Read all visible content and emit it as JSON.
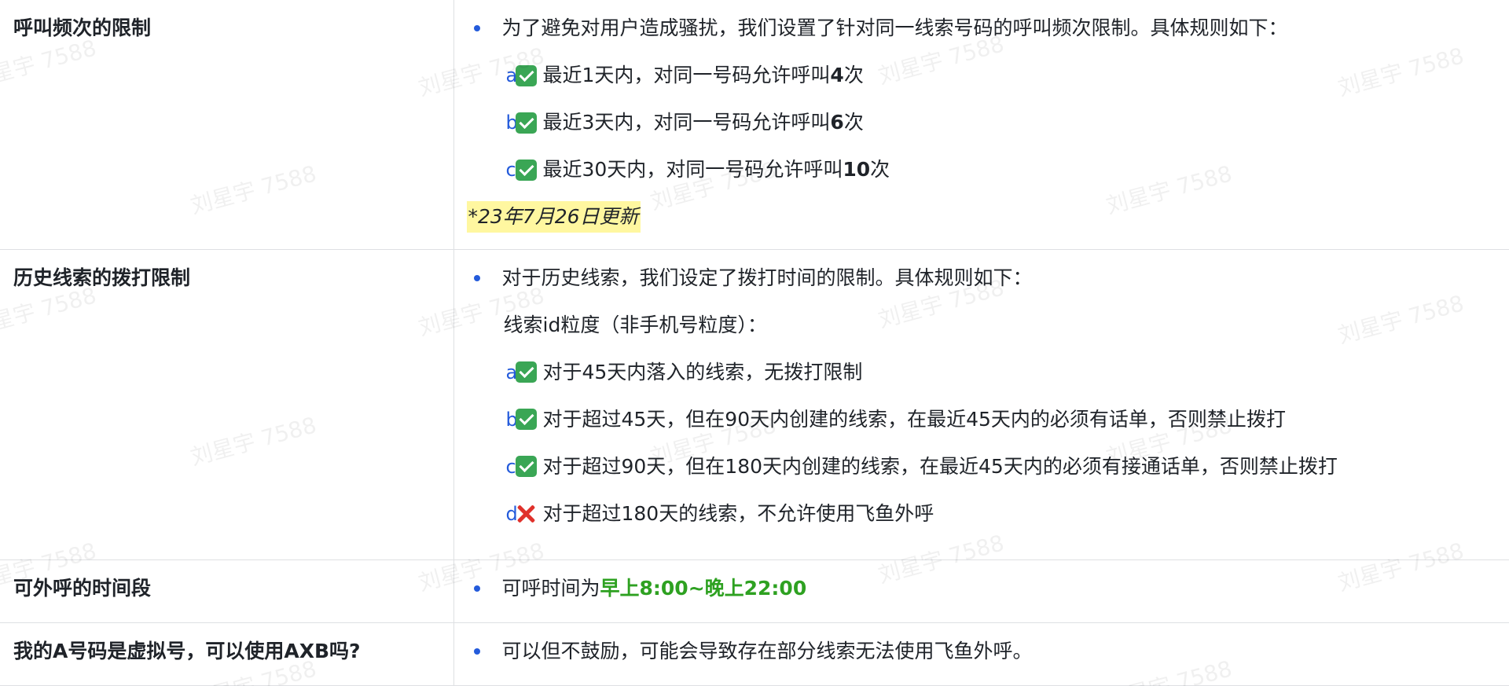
{
  "watermark": "刘星宇 7588",
  "rows": [
    {
      "label": "呼叫频次的限制",
      "intro": "为了避免对用户造成骚扰，我们设置了针对同一线索号码的呼叫频次限制。具体规则如下：",
      "items": [
        {
          "letter": "a.",
          "icon": "check-icon",
          "text": "最近1天内，对同一号码允许呼叫",
          "bold": "4",
          "suffix": "次"
        },
        {
          "letter": "b.",
          "icon": "check-icon",
          "text": "最近3天内，对同一号码允许呼叫",
          "bold": "6",
          "suffix": "次"
        },
        {
          "letter": "c.",
          "icon": "check-icon",
          "text": "最近30天内，对同一号码允许呼叫",
          "bold": "10",
          "suffix": "次"
        }
      ],
      "note": "*23年7月26日更新"
    },
    {
      "label": "历史线索的拨打限制",
      "intro": "对于历史线索，我们设定了拨打时间的限制。具体规则如下：",
      "sub": "线索id粒度（非手机号粒度）：",
      "items": [
        {
          "letter": "a.",
          "icon": "check-icon",
          "text": "对于45天内落入的线索，无拨打限制"
        },
        {
          "letter": "b.",
          "icon": "check-icon",
          "text": "对于超过45天，但在90天内创建的线索，在最近45天内的必须有话单，否则禁止拨打"
        },
        {
          "letter": "c.",
          "icon": "check-icon",
          "text": "对于超过90天，但在180天内创建的线索，在最近45天内的必须有接通话单，否则禁止拨打"
        },
        {
          "letter": "d.",
          "icon": "cross-icon",
          "text": "对于超过180天的线索，不允许使用飞鱼外呼"
        }
      ]
    },
    {
      "label": "可外呼的时间段",
      "text": "可呼时间为",
      "highlight": "早上8:00~晚上22:00"
    },
    {
      "label": "我的A号码是虚拟号，可以使用AXB吗?",
      "text": "可以但不鼓励，可能会导致存在部分线索无法使用飞鱼外呼。"
    }
  ],
  "colors": {
    "bullet": "#245bdb",
    "check": "#3aa655",
    "cross": "#e0312b",
    "green_text": "#2ea121",
    "note_highlight": "#fff7a0",
    "border": "#dee0e3"
  }
}
